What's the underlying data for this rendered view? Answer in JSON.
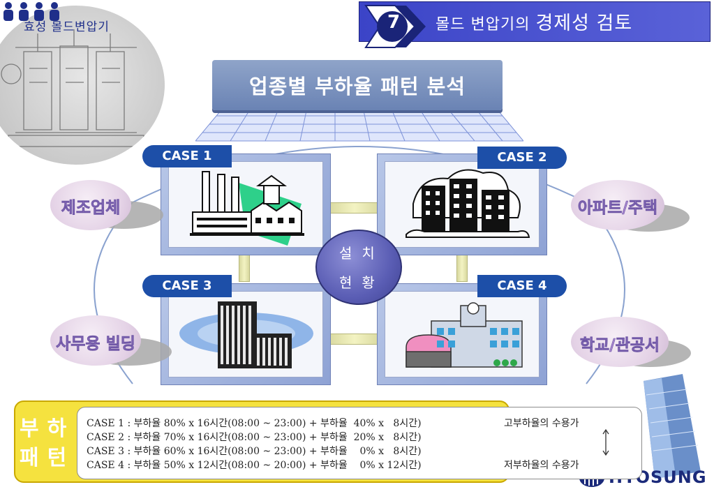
{
  "brand": {
    "subtitle": "효성 몰드변압기",
    "wordmark": "HYOSUNG"
  },
  "header": {
    "slide_number": "7",
    "title_prefix": "몰드 변압기의 ",
    "title_emphasis": "경제성 검토"
  },
  "main_title": "업종별 부하율 패턴 분석",
  "install": {
    "line1": "설치",
    "line2": "현황"
  },
  "cases": [
    {
      "label": "CASE 1",
      "illustration": "factory-icon"
    },
    {
      "label": "CASE 2",
      "illustration": "apartment-buildings-icon"
    },
    {
      "label": "CASE 3",
      "illustration": "office-building-icon"
    },
    {
      "label": "CASE 4",
      "illustration": "school-icon"
    }
  ],
  "sectors": [
    {
      "label": "제조업체"
    },
    {
      "label": "아파트/주택"
    },
    {
      "label": "사무용 빌딩"
    },
    {
      "label": "학교/관공서"
    }
  ],
  "pattern": {
    "label_top": "부하",
    "label_bottom": "패턴",
    "lines": [
      "CASE 1 : 부하율 80% x 16시간(08:00 ~ 23:00) + 부하율  40% x   8시간)",
      "CASE 2 : 부하율 70% x 16시간(08:00 ~ 23:00) + 부하율  20% x   8시간)",
      "CASE 3 : 부하율 60% x 16시간(08:00 ~ 23:00) + 부하율    0% x   8시간)",
      "CASE 4 : 부하율 50% x 12시간(08:00 ~ 20:00) + 부하율    0% x 12시간)"
    ],
    "note_high": "고부하율의 수용가",
    "note_low": "저부하율의 수용가"
  },
  "colors": {
    "header": "#3b44c7",
    "case_tab": "#1d4fa8",
    "pattern_box": "#f5e23f",
    "sector_text": "#a887cf"
  }
}
